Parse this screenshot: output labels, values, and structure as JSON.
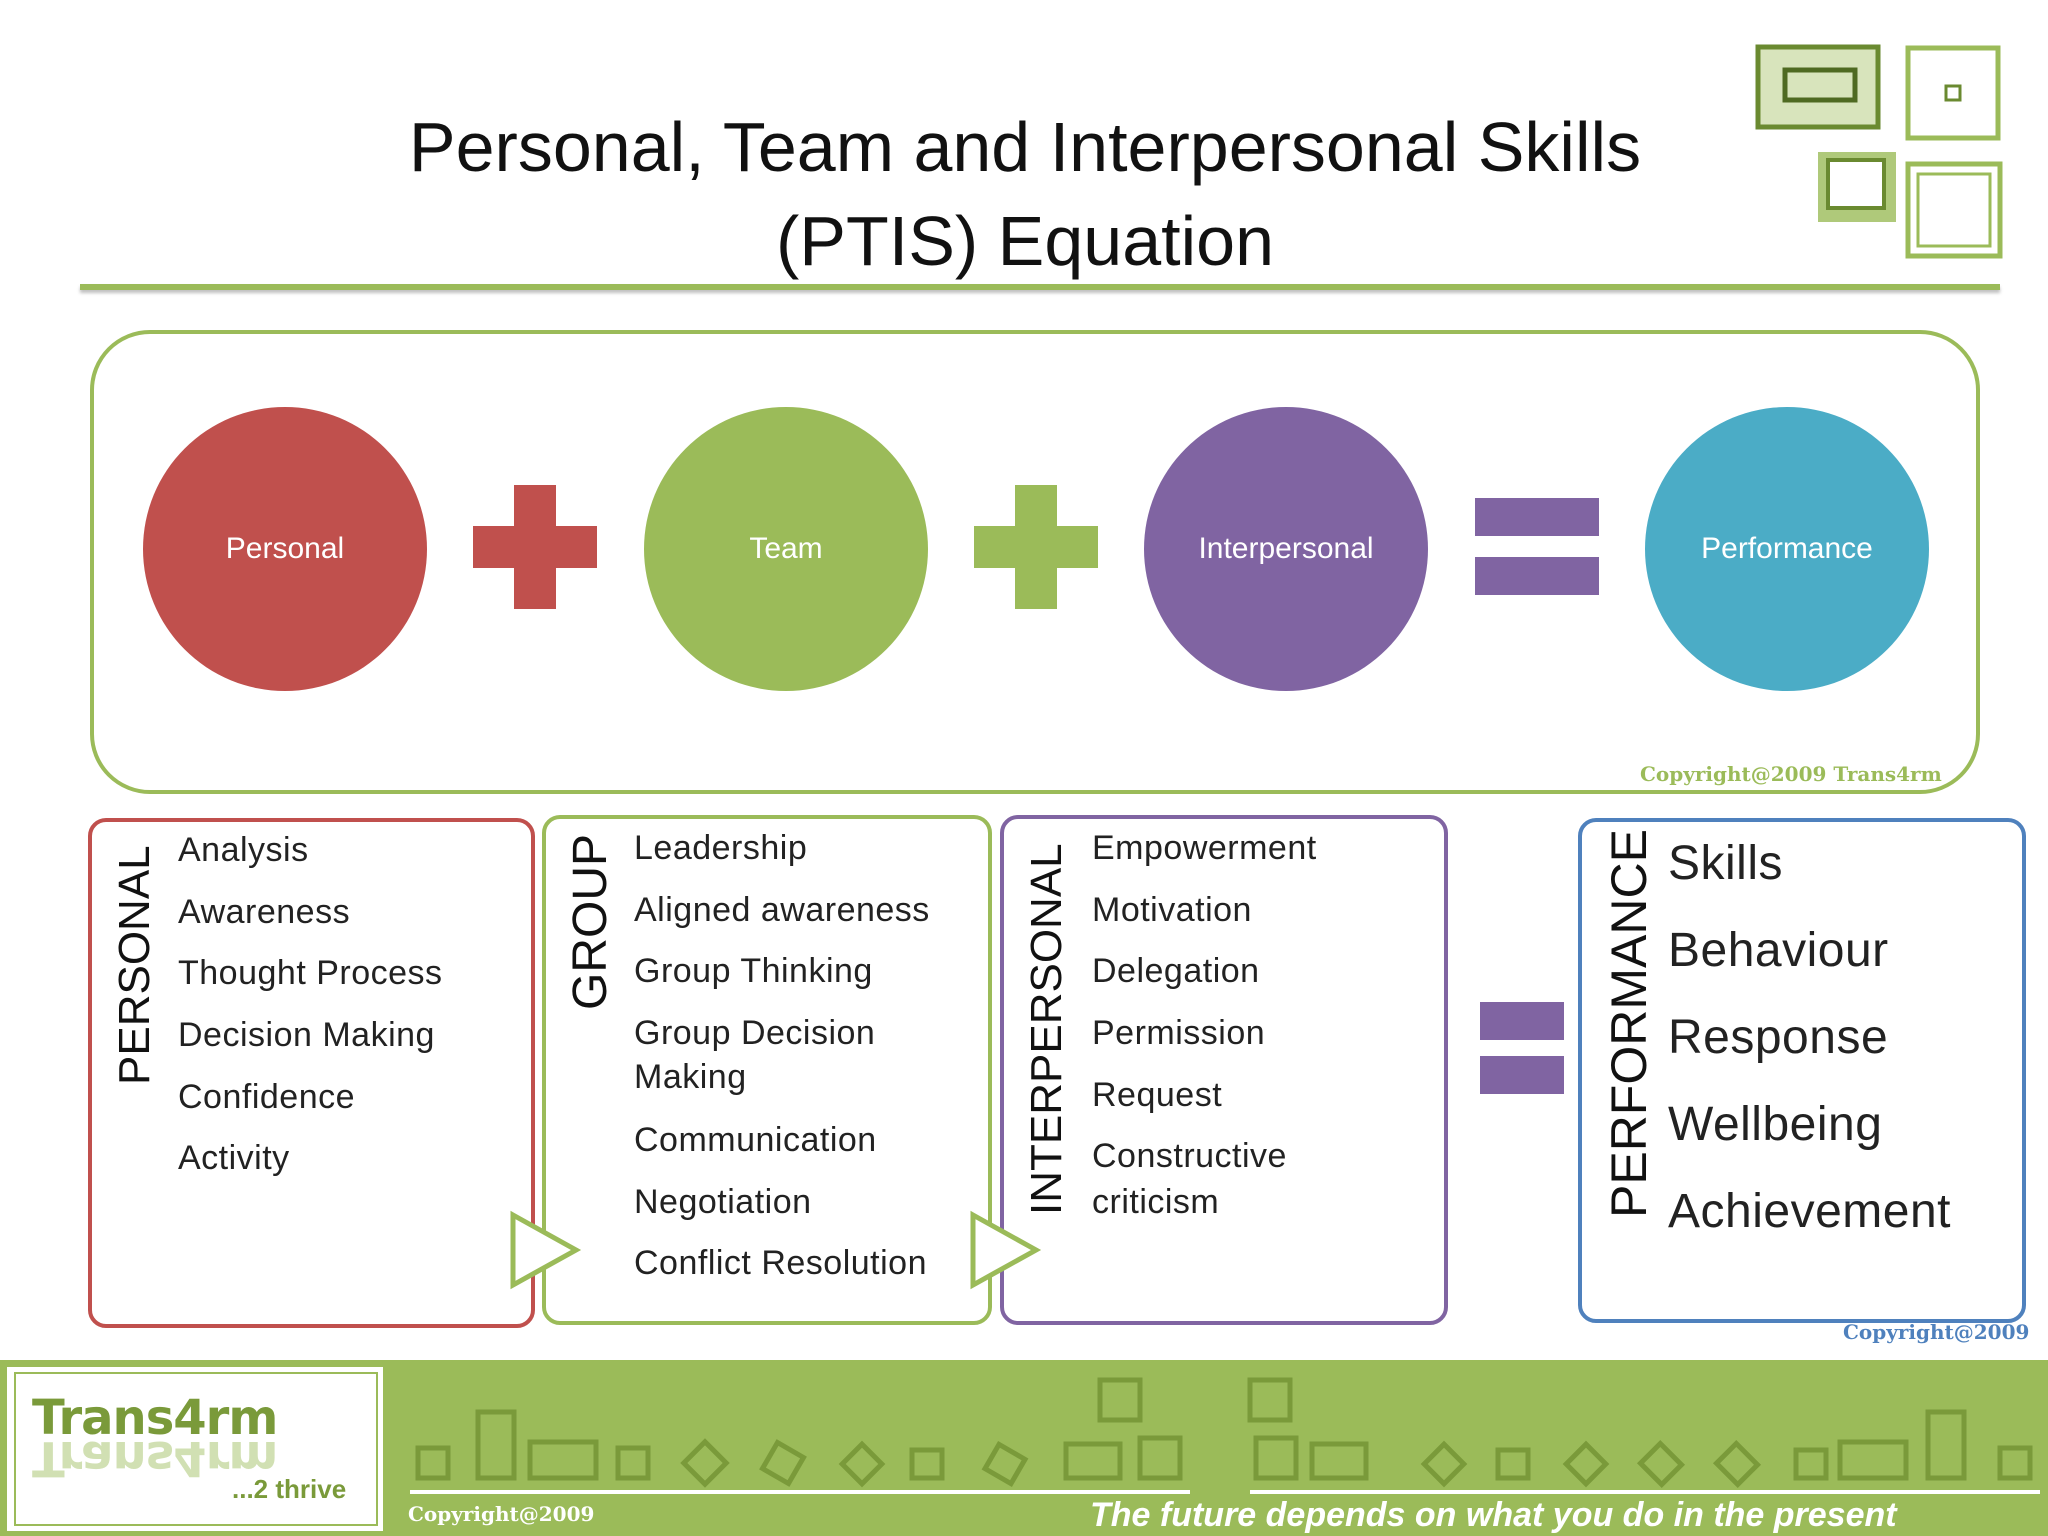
{
  "title": {
    "line1": "Personal, Team and Interpersonal Skills",
    "line2": "(PTIS) Equation"
  },
  "equation": {
    "terms": [
      "Personal",
      "Team",
      "Interpersonal",
      "Performance"
    ],
    "copyright": "Copyright@2009 Trans4rm"
  },
  "boxes": {
    "personal": {
      "label": "PERSONAL",
      "items": [
        "Analysis",
        "Awareness",
        "Thought Process",
        "Decision Making",
        "Confidence",
        "Activity"
      ]
    },
    "group": {
      "label": "GROUP",
      "items": [
        "Leadership",
        "Aligned awareness",
        "Group Thinking",
        "Group Decision",
        "Making",
        "Communication",
        "Negotiation",
        "Conflict Resolution"
      ]
    },
    "interpersonal": {
      "label": "INTERPERSONAL",
      "items": [
        "Empowerment",
        "Motivation",
        "Delegation",
        "Permission",
        "Request",
        "Constructive",
        "criticism"
      ]
    },
    "performance": {
      "label": "PERFORMANCE",
      "items": [
        "Skills",
        "Behaviour",
        "Response",
        "Wellbeing",
        "Achievement"
      ]
    },
    "copyright": "Copyright@2009"
  },
  "footer": {
    "logo": "Trans4rm",
    "logo_tag": "...2 thrive",
    "copyright": "Copyright@2009",
    "tagline": "The future depends on what you do in the present"
  },
  "colors": {
    "red": "#c0504d",
    "green": "#9bbb59",
    "purple": "#8064a2",
    "cyan": "#4bacc6",
    "blue": "#4f81bd"
  }
}
